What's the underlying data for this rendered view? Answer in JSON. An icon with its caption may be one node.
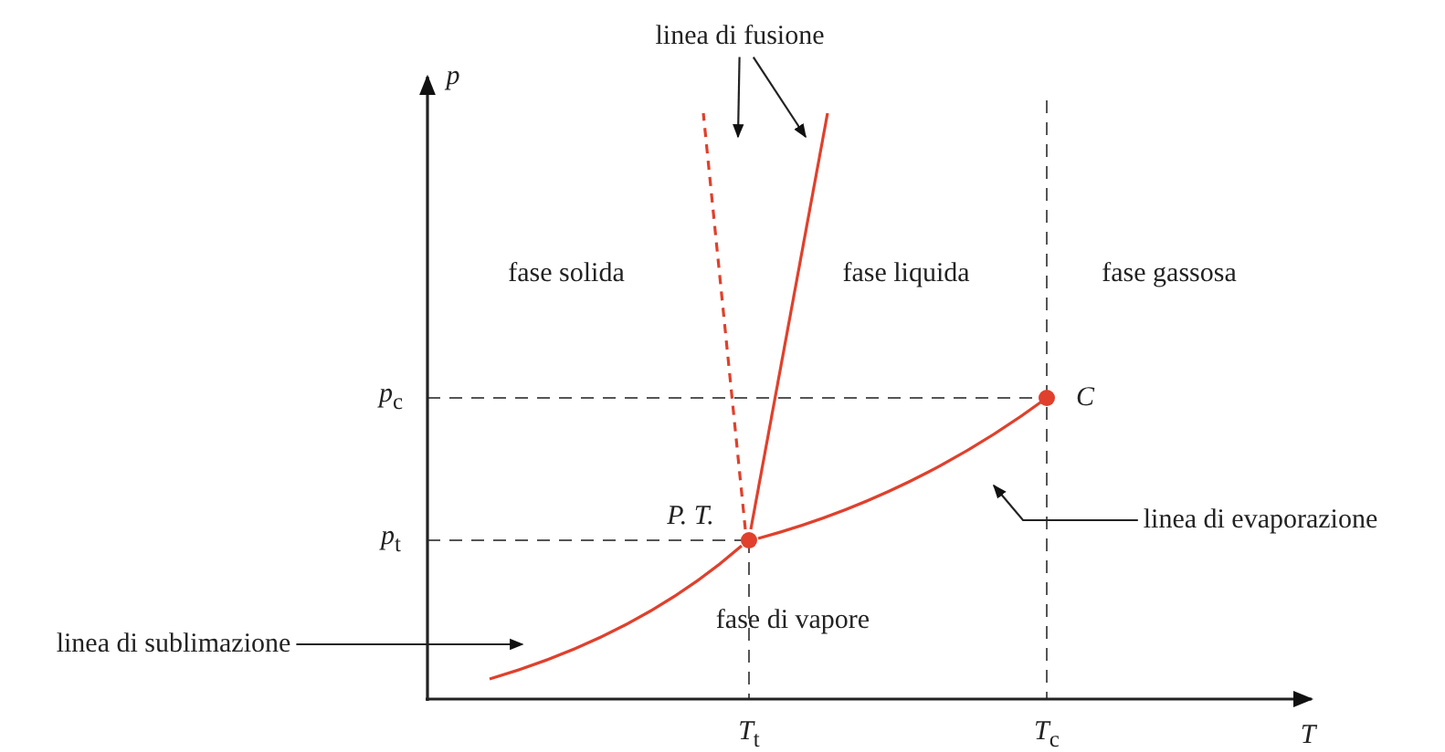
{
  "diagram": {
    "nodes": [
      {
        "text": [
          "linea di fusione"
        ]
      },
      {
        "text": [],
        "shape": "curve"
      },
      {
        "text": [],
        "shape": "curve"
      },
      {
        "text": [
          "linea di evaporazione"
        ]
      },
      {
        "text": [],
        "shape": "curve"
      },
      {
        "text": [
          "linea di sublimazione"
        ]
      },
      {
        "text": [],
        "shape": "curve"
      }
    ],
    "edges": [
      {
        "from": 0,
        "to": 1,
        "arrow": "to"
      },
      {
        "from": 0,
        "to": 2,
        "arrow": "to"
      },
      {
        "from": 3,
        "to": 4,
        "arrow": "to"
      },
      {
        "from": 5,
        "to": 6,
        "arrow": "to"
      }
    ],
    "labels": [
      "p",
      "fase solida",
      "fase liquida",
      "fase gassosa",
      "*p*$_{c}$",
      "C",
      "*p*$_{t}$",
      "P. T.",
      "fase di vapore",
      "*T*$_{t}$",
      "*T*$_{c}$",
      "T"
    ]
  }
}
